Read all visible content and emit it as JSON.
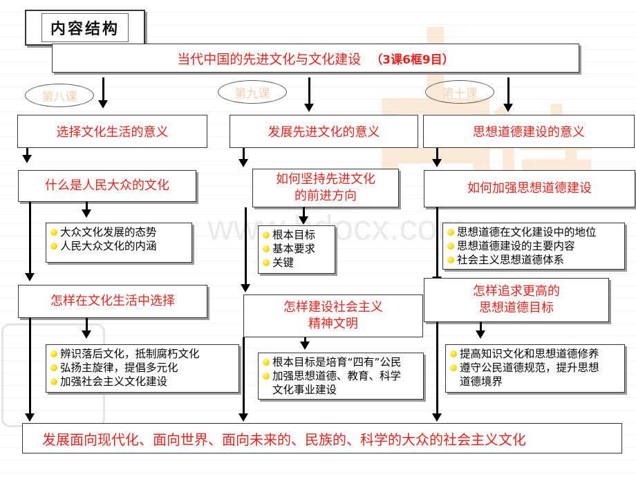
{
  "header": {
    "label": "内容结构"
  },
  "main_title": {
    "text": "当代中国的先进文化与文化建设",
    "note": "（3课6框9目）"
  },
  "lessons": [
    "第八课",
    "第九课",
    "第十课"
  ],
  "col1": {
    "head": "选择文化生活的意义",
    "box1": "什么是人民大众的文化",
    "bullets1": [
      "大众文化发展的态势",
      "人民大众文化的内涵"
    ],
    "box2": "怎样在文化生活中选择",
    "bullets2": [
      "辨识落后文化，抵制腐朽文化",
      "弘扬主旋律，提倡多元化",
      "加强社会主义文化建设"
    ]
  },
  "col2": {
    "head": "发展先进文化的意义",
    "box1_line1": "如何坚持先进文化",
    "box1_line2": "的前进方向",
    "bullets1": [
      "根本目标",
      "基本要求",
      "关键"
    ],
    "box2_line1": "怎样建设社会主义",
    "box2_line2": "精神文明",
    "bullets2": [
      "根本目标是培育“四有”公民",
      "加强思想道德、教育、科学",
      "文化事业建设"
    ]
  },
  "col3": {
    "head": "思想道德建设的意义",
    "box1": "如何加强思想道德建设",
    "bullets1": [
      "思想道德在文化建设中的地位",
      "思想道德建设的主要内容",
      "社会主义思想道德体系"
    ],
    "box2_line1": "怎样追求更高的",
    "box2_line2": "思想道德目标",
    "bullets2": [
      "提高知识文化和思想道德修养",
      "遵守公民道德规范，提升思想",
      "道德境界"
    ]
  },
  "footer": {
    "text": "发展面向现代化、面向世界、面向未来的、民族的、科学的大众的社会主义文化"
  },
  "watermark": "www.bdocx.com",
  "colors": {
    "accent_red": "#e8221c",
    "bullet_yellow": "#f7d800",
    "lesson_tint": "#f5cfae"
  }
}
